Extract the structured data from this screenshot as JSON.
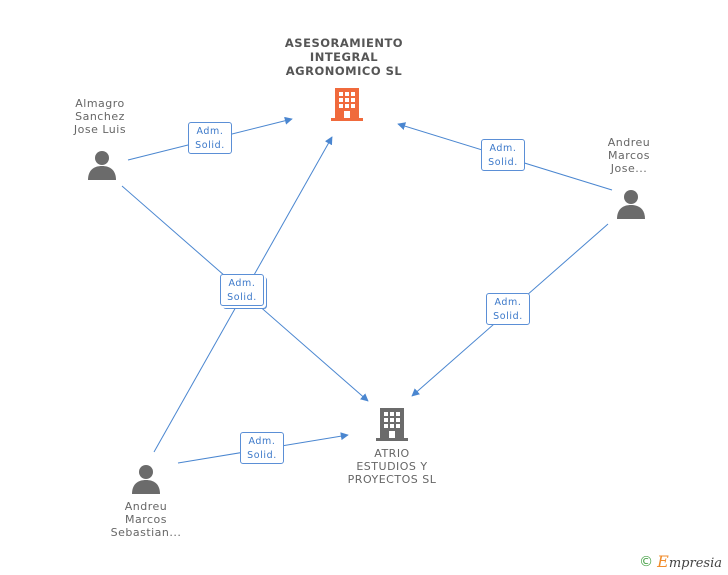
{
  "nodes": {
    "company_main": {
      "lines": [
        "ASESORAMIENTO",
        "INTEGRAL",
        "AGRONOMICO SL"
      ],
      "color": "#f06a3c"
    },
    "company_atrio": {
      "lines": [
        "ATRIO",
        "ESTUDIOS Y",
        "PROYECTOS SL"
      ],
      "color": "#6b6b6b"
    },
    "person_almagro": {
      "lines": [
        "Almagro",
        "Sanchez",
        "Jose Luis"
      ]
    },
    "person_andreu_jose": {
      "lines": [
        "Andreu",
        "Marcos",
        "Jose..."
      ]
    },
    "person_andreu_sebastian": {
      "lines": [
        "Andreu",
        "Marcos",
        "Sebastian..."
      ]
    }
  },
  "edge_label": [
    "Adm.",
    "Solid."
  ],
  "colors": {
    "edge": "#4a86d0",
    "person": "#6b6b6b"
  },
  "footer": {
    "copyright": "©",
    "brand_initial": "E",
    "brand_rest": "mpresia"
  }
}
